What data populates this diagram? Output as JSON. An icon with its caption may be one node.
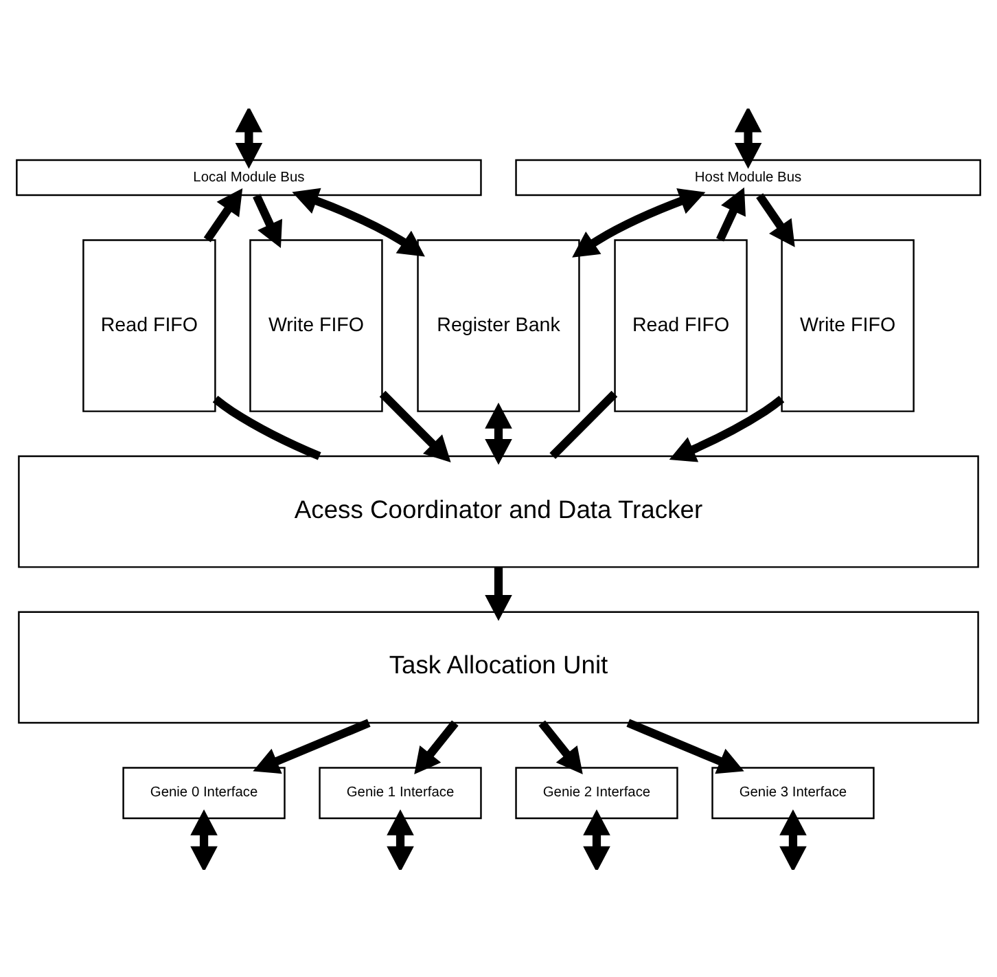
{
  "diagram": {
    "nodes": [
      {
        "text": [
          "Local Module Bus"
        ]
      },
      {
        "text": [
          "Host Module Bus"
        ]
      },
      {
        "text": [
          "Read FIFO"
        ]
      },
      {
        "text": [
          "Write FIFO"
        ]
      },
      {
        "text": [
          "Register Bank"
        ]
      },
      {
        "text": [
          "Read FIFO"
        ]
      },
      {
        "text": [
          "Write FIFO"
        ]
      },
      {
        "text": [
          "Acess Coordinator and Data Tracker"
        ]
      },
      {
        "text": [
          "Task Allocation Unit"
        ]
      },
      {
        "text": [
          "Genie 0 Interface"
        ]
      },
      {
        "text": [
          "Genie 1 Interface"
        ]
      },
      {
        "text": [
          "Genie 2 Interface"
        ]
      },
      {
        "text": [
          "Genie 3 Interface"
        ]
      }
    ],
    "edges": [
      {
        "from": null,
        "to": 0,
        "arrow": "both"
      },
      {
        "from": null,
        "to": 1,
        "arrow": "both"
      },
      {
        "from": 2,
        "to": 0,
        "arrow": "to"
      },
      {
        "from": 0,
        "to": 3,
        "arrow": "to"
      },
      {
        "from": 0,
        "to": 4,
        "arrow": "both"
      },
      {
        "from": 1,
        "to": 4,
        "arrow": "both"
      },
      {
        "from": 5,
        "to": 1,
        "arrow": "to"
      },
      {
        "from": 1,
        "to": 6,
        "arrow": "to"
      },
      {
        "from": 7,
        "to": 2,
        "arrow": "none"
      },
      {
        "from": 3,
        "to": 7,
        "arrow": "to"
      },
      {
        "from": 4,
        "to": 7,
        "arrow": "both"
      },
      {
        "from": 7,
        "to": 5,
        "arrow": "none"
      },
      {
        "from": 6,
        "to": 7,
        "arrow": "to"
      },
      {
        "from": 7,
        "to": 8,
        "arrow": "to"
      },
      {
        "from": 8,
        "to": 9,
        "arrow": "to"
      },
      {
        "from": 8,
        "to": 10,
        "arrow": "to"
      },
      {
        "from": 8,
        "to": 11,
        "arrow": "to"
      },
      {
        "from": 8,
        "to": 12,
        "arrow": "to"
      },
      {
        "from": 9,
        "to": null,
        "arrow": "both"
      },
      {
        "from": 10,
        "to": null,
        "arrow": "both"
      },
      {
        "from": 11,
        "to": null,
        "arrow": "both"
      },
      {
        "from": 12,
        "to": null,
        "arrow": "both"
      }
    ]
  }
}
